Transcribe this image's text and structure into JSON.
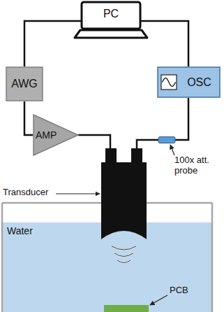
{
  "diagram": {
    "nodes": [
      {
        "text": [
          "PC"
        ]
      },
      {
        "text": [
          "AWG"
        ]
      },
      {
        "text": [
          "OSC"
        ]
      },
      {
        "text": [
          "AMP"
        ]
      },
      {
        "text": [
          "Water"
        ]
      }
    ],
    "edges": [
      {
        "from": 0,
        "to": 1,
        "arrow": "none"
      },
      {
        "from": 0,
        "to": 2,
        "arrow": "none"
      },
      {
        "from": 1,
        "to": 3,
        "arrow": "none"
      }
    ],
    "labels": [
      "Transducer",
      "100x att. probe",
      "PCB"
    ]
  }
}
